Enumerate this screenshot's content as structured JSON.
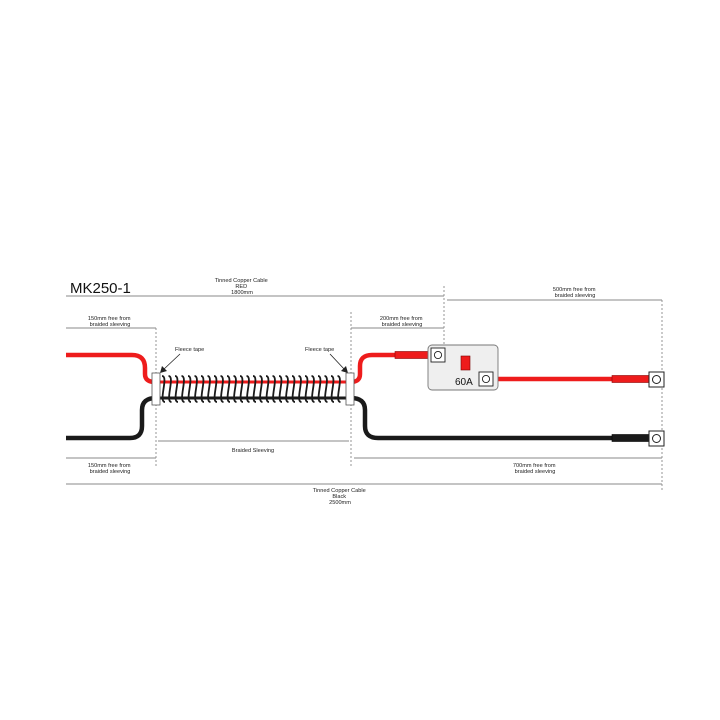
{
  "title": "MK250-1",
  "colors": {
    "red_cable": "#ee1c1c",
    "black_cable": "#1a1a1a",
    "fuse_body": "#efefef",
    "dimension_line": "#8a8a8a"
  },
  "labels": {
    "red_cable": [
      "Tinned Copper Cable",
      "RED",
      "1800mm"
    ],
    "red_far_free": [
      "500mm free from",
      "braided sleeving"
    ],
    "red_left_free": [
      "150mm free from",
      "braided sleeving"
    ],
    "red_right_free": [
      "200mm free from",
      "braided sleeving"
    ],
    "fleece_tape_left": "Fleece tape",
    "fleece_tape_right": "Fleece tape",
    "braided_sleeving": "Braided Sleeving",
    "black_left_free": [
      "150mm free from",
      "braided sleeving"
    ],
    "black_right_free": [
      "700mm free from",
      "braided sleeving"
    ],
    "black_cable": [
      "Tinned Copper Cable",
      "Black",
      "2500mm"
    ],
    "fuse_rating": "60A"
  }
}
